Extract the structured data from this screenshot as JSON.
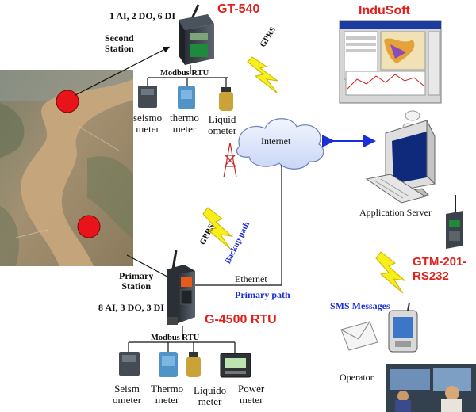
{
  "titles": {
    "second_station_device": "GT-540",
    "primary_station_device": "G-4500 RTU",
    "scada_software": "InduSoft",
    "sms_gateway": "GTM-201-\nRS232"
  },
  "second_station": {
    "label_line1": "Second",
    "label_line2": "Station",
    "io_spec": "1 AI, 2 DO, 6 DI",
    "bus": "Modbus RTU",
    "devices": [
      {
        "line1": "seismo",
        "line2": "meter"
      },
      {
        "line1": "thermo",
        "line2": "meter"
      },
      {
        "line1": "Liquid",
        "line2": "ometer"
      }
    ]
  },
  "primary_station": {
    "label_line1": "Primary",
    "label_line2": "Station",
    "io_spec": "8 AI, 3 DO, 3 DI",
    "bus": "Modbus RTU",
    "devices": [
      {
        "line1": "Seism",
        "line2": "ometer"
      },
      {
        "line1": "Thermo",
        "line2": "meter"
      },
      {
        "line1": "Liquido",
        "line2": "meter"
      },
      {
        "line1": "Power",
        "line2": "meter"
      }
    ]
  },
  "network": {
    "gprs_top": "GPRS",
    "gprs_bottom": "GPRS",
    "backup_path": "Backup path",
    "primary_path": "Primary path",
    "ethernet": "Ethernet",
    "internet": "Internet",
    "application_server": "Application Server",
    "sms_messages": "SMS Messages",
    "operator": "Operator"
  },
  "colors": {
    "title_red": "#e0201a",
    "path_blue": "#1a2fd8",
    "lightning_yellow": "#f7ee1a",
    "marker_red": "#e8141a",
    "cloud_fill": "#dfe7fb"
  }
}
